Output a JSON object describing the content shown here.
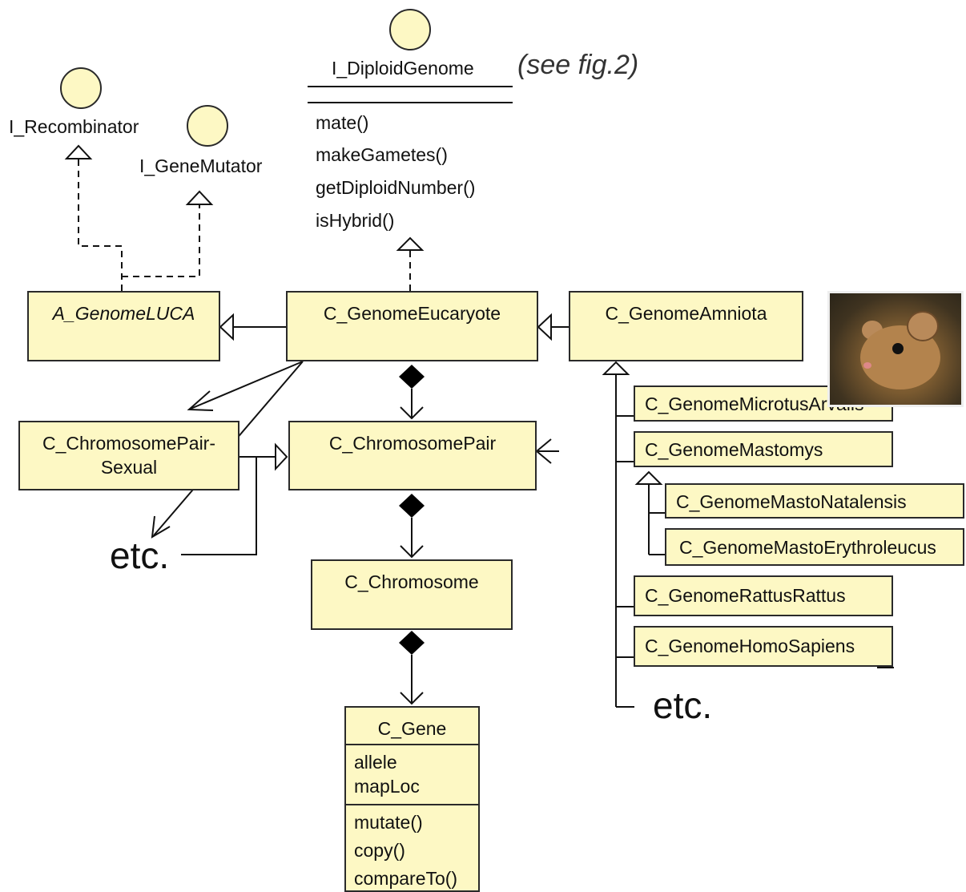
{
  "interfaces": {
    "diploid": "I_DiploidGenome",
    "recombinator": "I_Recombinator",
    "mutator": "I_GeneMutator"
  },
  "see_note": "(see fig.2)",
  "diploid_methods": [
    "mate()",
    "makeGametes()",
    "getDiploidNumber()",
    "isHybrid()"
  ],
  "classes": {
    "luca": "A_GenomeLUCA",
    "eucaryote": "C_GenomeEucaryote",
    "amniota": "C_GenomeAmniota",
    "pair_sexual_line1": "C_ChromosomePair-",
    "pair_sexual_line2": "Sexual",
    "pair": "C_ChromosomePair",
    "chromosome": "C_Chromosome",
    "gene": "C_Gene"
  },
  "gene": {
    "attributes": [
      "allele",
      "mapLoc"
    ],
    "methods": [
      "mutate()",
      "copy()",
      "compareTo()"
    ]
  },
  "species": {
    "microtus": "C_GenomeMicrotusArvalis",
    "mastomys": "C_GenomeMastomys",
    "natalensis": "C_GenomeMastoNatalensis",
    "erythroleucus": "C_GenomeMastoErythroleucus",
    "rattus": "C_GenomeRattusRattus",
    "homo": "C_GenomeHomoSapiens"
  },
  "etc_left": "etc.",
  "etc_right": "etc."
}
